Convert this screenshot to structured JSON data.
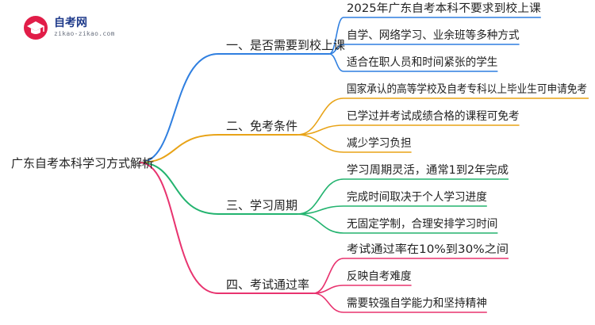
{
  "logo": {
    "title": "自考网",
    "subtitle": "zikao-zikao.com"
  },
  "root": {
    "label": "广东自考本科学习方式解析"
  },
  "branches": [
    {
      "label": "一、是否需要到校上课",
      "color": "#2f7fe0",
      "leaves": [
        "2025年广东自考本科不要求到校上课",
        "自学、网络学习、业余班等多种方式",
        "适合在职人员和时间紧张的学生"
      ]
    },
    {
      "label": "二、免考条件",
      "color": "#e8a317",
      "leaves": [
        "国家承认的高等学校及自考专科以上毕业生可申请免考",
        "已学过并考试成绩合格的课程可免考",
        "减少学习负担"
      ]
    },
    {
      "label": "三、学习周期",
      "color": "#23b36f",
      "leaves": [
        "学习周期灵活，通常1到2年完成",
        "完成时间取决于个人学习进度",
        "无固定学制，合理安排学习时间"
      ]
    },
    {
      "label": "四、考试通过率",
      "color": "#e8336f",
      "leaves": [
        "考试通过率在10%到30%之间",
        "反映自考难度",
        "需要较强自学能力和坚持精神"
      ]
    }
  ]
}
